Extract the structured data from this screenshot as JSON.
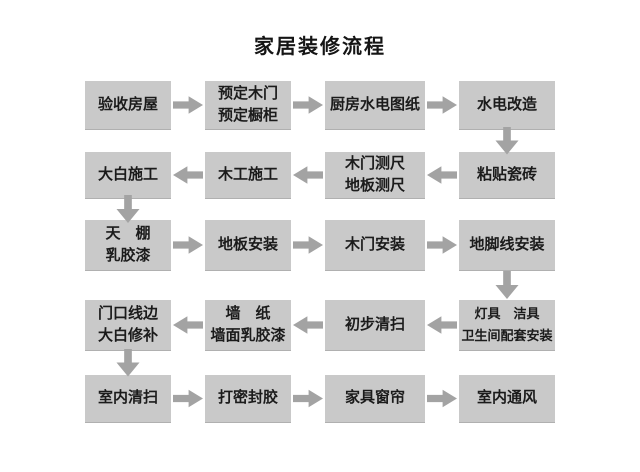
{
  "title": "家居装修流程",
  "colors": {
    "background": "#ffffff",
    "box_fill": "#c9c9c9",
    "arrow": "#a3a3a3",
    "text": "#1b1b1b"
  },
  "flow": {
    "rows": [
      {
        "direction": "left-to-right",
        "nodes": [
          "验收房屋",
          "预定木门\n预定橱柜",
          "厨房水电图纸",
          "水电改造"
        ]
      },
      {
        "direction": "right-to-left",
        "nodes": [
          "大白施工",
          "木工施工",
          "木门测尺\n地板测尺",
          "粘贴瓷砖"
        ]
      },
      {
        "direction": "left-to-right",
        "nodes": [
          "天　棚\n乳胶漆",
          "地板安装",
          "木门安装",
          "地脚线安装"
        ]
      },
      {
        "direction": "right-to-left",
        "nodes": [
          "门口线边\n大白修补",
          "墙　纸\n墙面乳胶漆",
          "初步清扫",
          "灯具　洁具\n卫生间配套安装"
        ]
      },
      {
        "direction": "left-to-right",
        "nodes": [
          "室内清扫",
          "打密封胶",
          "家具窗帘",
          "室内通风"
        ]
      }
    ],
    "down_connectors": [
      {
        "after_row": 1,
        "side": "right",
        "from": "水电改造",
        "to": "粘贴瓷砖"
      },
      {
        "after_row": 2,
        "side": "left",
        "from": "大白施工",
        "to": "天棚乳胶漆"
      },
      {
        "after_row": 3,
        "side": "right",
        "from": "地脚线安装",
        "to": "灯具洁具卫生间配套安装"
      },
      {
        "after_row": 4,
        "side": "left",
        "from": "门口线边大白修补",
        "to": "室内清扫"
      }
    ]
  }
}
